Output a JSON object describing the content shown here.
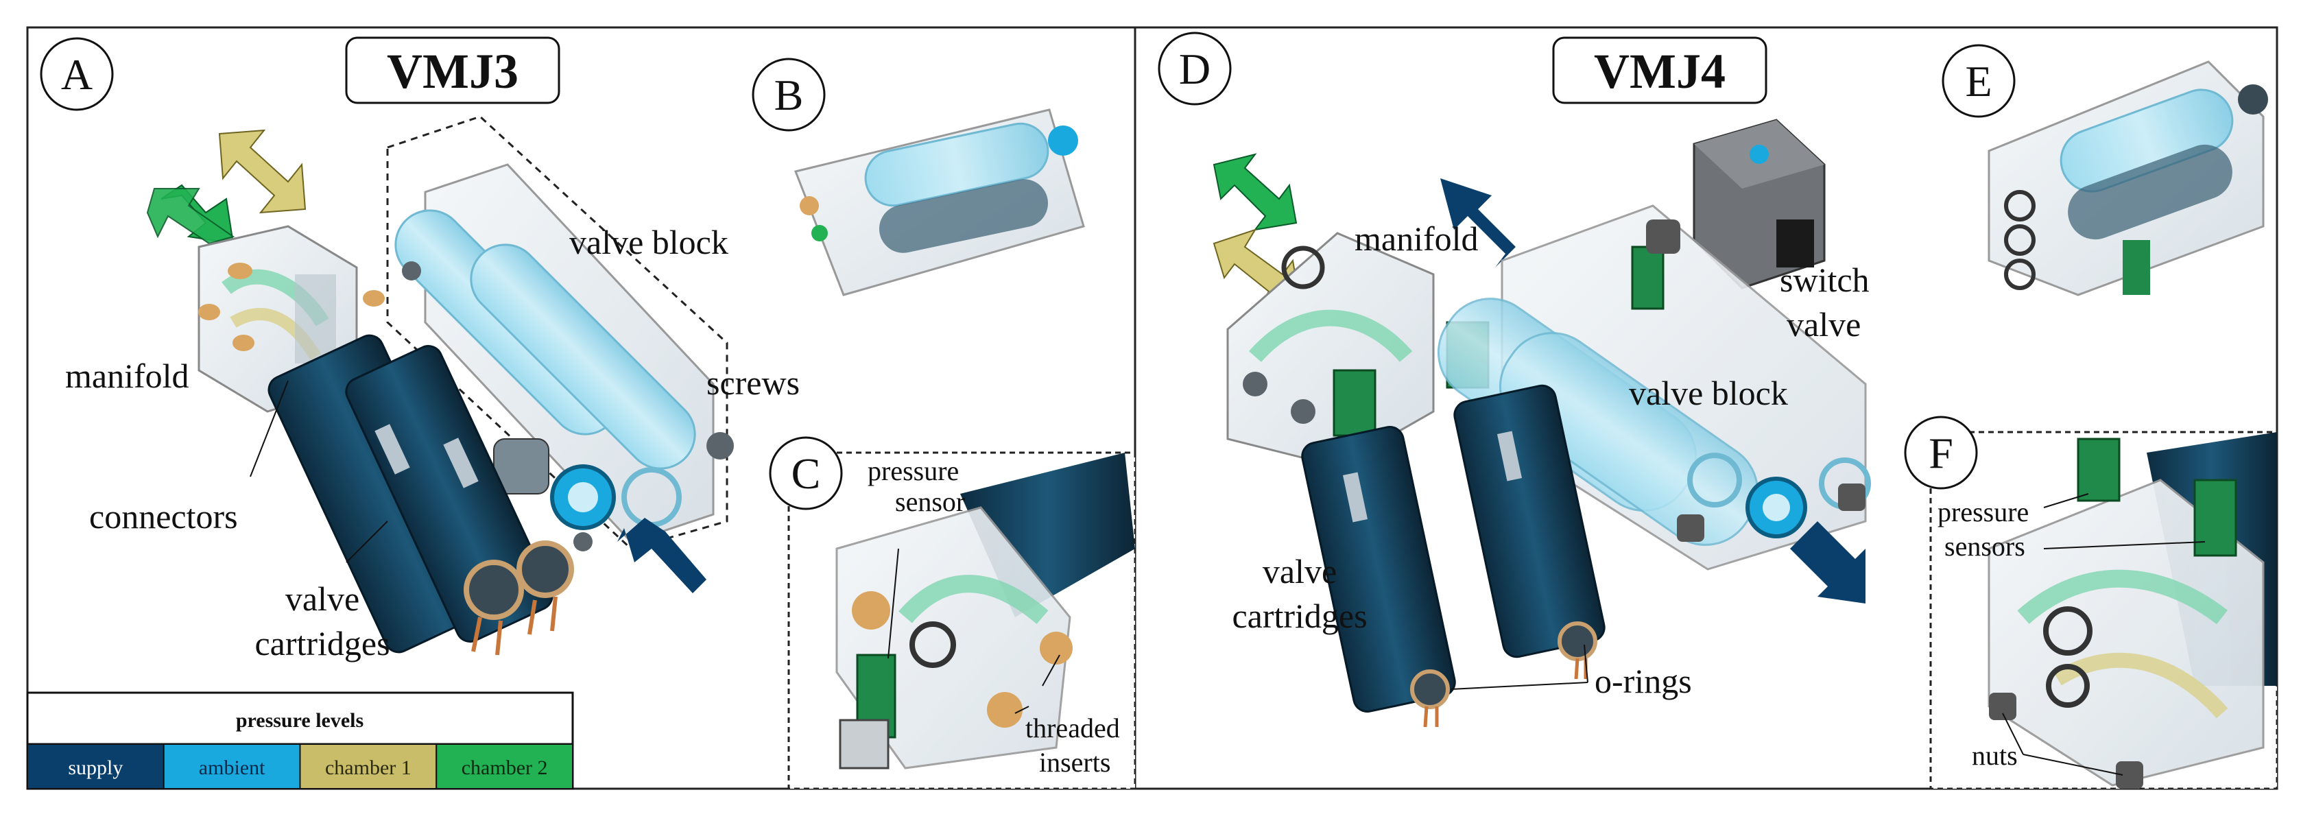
{
  "panels": {
    "A": {
      "letter": "A",
      "title": "VMJ3"
    },
    "B": {
      "letter": "B"
    },
    "C": {
      "letter": "C"
    },
    "D": {
      "letter": "D",
      "title": "VMJ4"
    },
    "E": {
      "letter": "E"
    },
    "F": {
      "letter": "F"
    }
  },
  "labels": {
    "a_valve_block": "valve block",
    "a_manifold": "manifold",
    "a_screws": "screws",
    "a_connectors": "connectors",
    "a_valve_line1": "valve",
    "a_valve_line2": "cartridges",
    "c_pressure": "pressure",
    "c_sensor": "sensor",
    "c_threaded": "threaded",
    "c_inserts": "inserts",
    "d_manifold": "manifold",
    "d_switch": "switch",
    "d_valve": "valve",
    "d_valve_block": "valve block",
    "d_valve_line1": "valve",
    "d_valve_line2": "cartridges",
    "d_orings": "o-rings",
    "f_pressure": "pressure",
    "f_sensors": "sensors",
    "f_nuts": "nuts"
  },
  "legend": {
    "title": "pressure levels",
    "items": [
      {
        "label": "supply",
        "color": "#0b3f6b",
        "text_color": "#ffffff"
      },
      {
        "label": "ambient",
        "color": "#1aa9de",
        "text_color": "#0b2a4a"
      },
      {
        "label": "chamber 1",
        "color": "#c9bd6a",
        "text_color": "#2a2a10"
      },
      {
        "label": "chamber 2",
        "color": "#22b253",
        "text_color": "#0a2a10"
      }
    ]
  },
  "colors": {
    "supply": "#0b3f6b",
    "ambient": "#1aa9de",
    "chamber1": "#c9bd6a",
    "chamber2": "#22b253",
    "cartridge": "#12384f",
    "glass": "#e9eef2",
    "pcb": "#1f8a4a"
  }
}
